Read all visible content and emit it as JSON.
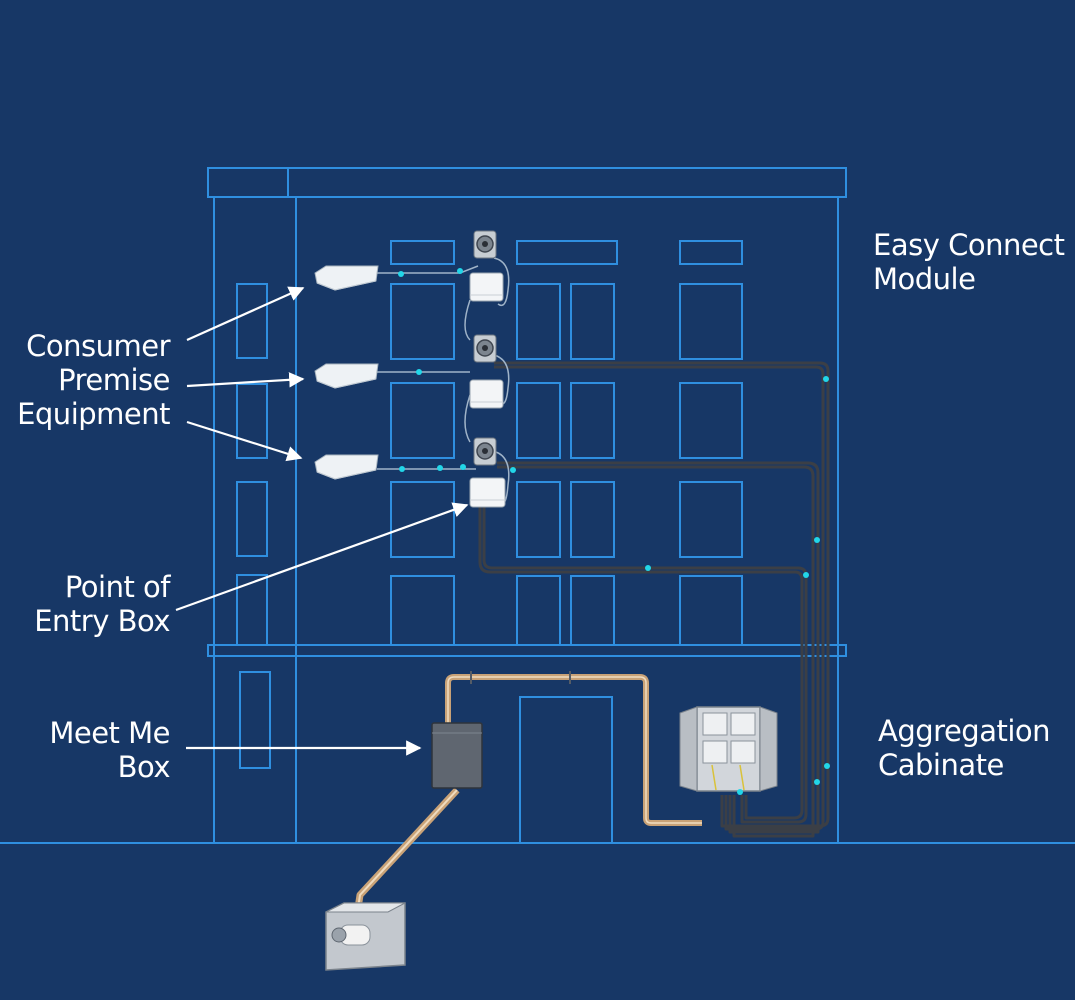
{
  "labels": {
    "easy_connect": "Easy Connect\nModule",
    "cpe": "Consumer\nPremise\nEquipment",
    "poe": "Point of\nEntry Box",
    "meet_me": "Meet Me\nBox",
    "aggregation": "Aggregation\nCabinate"
  },
  "colors": {
    "background": "#173766",
    "outline": "#2f8fe0",
    "cable": "#3b3f46",
    "node": "#22d6e8",
    "conduit": "#c9a277",
    "device": "#eef2f5",
    "label": "#ffffff"
  }
}
